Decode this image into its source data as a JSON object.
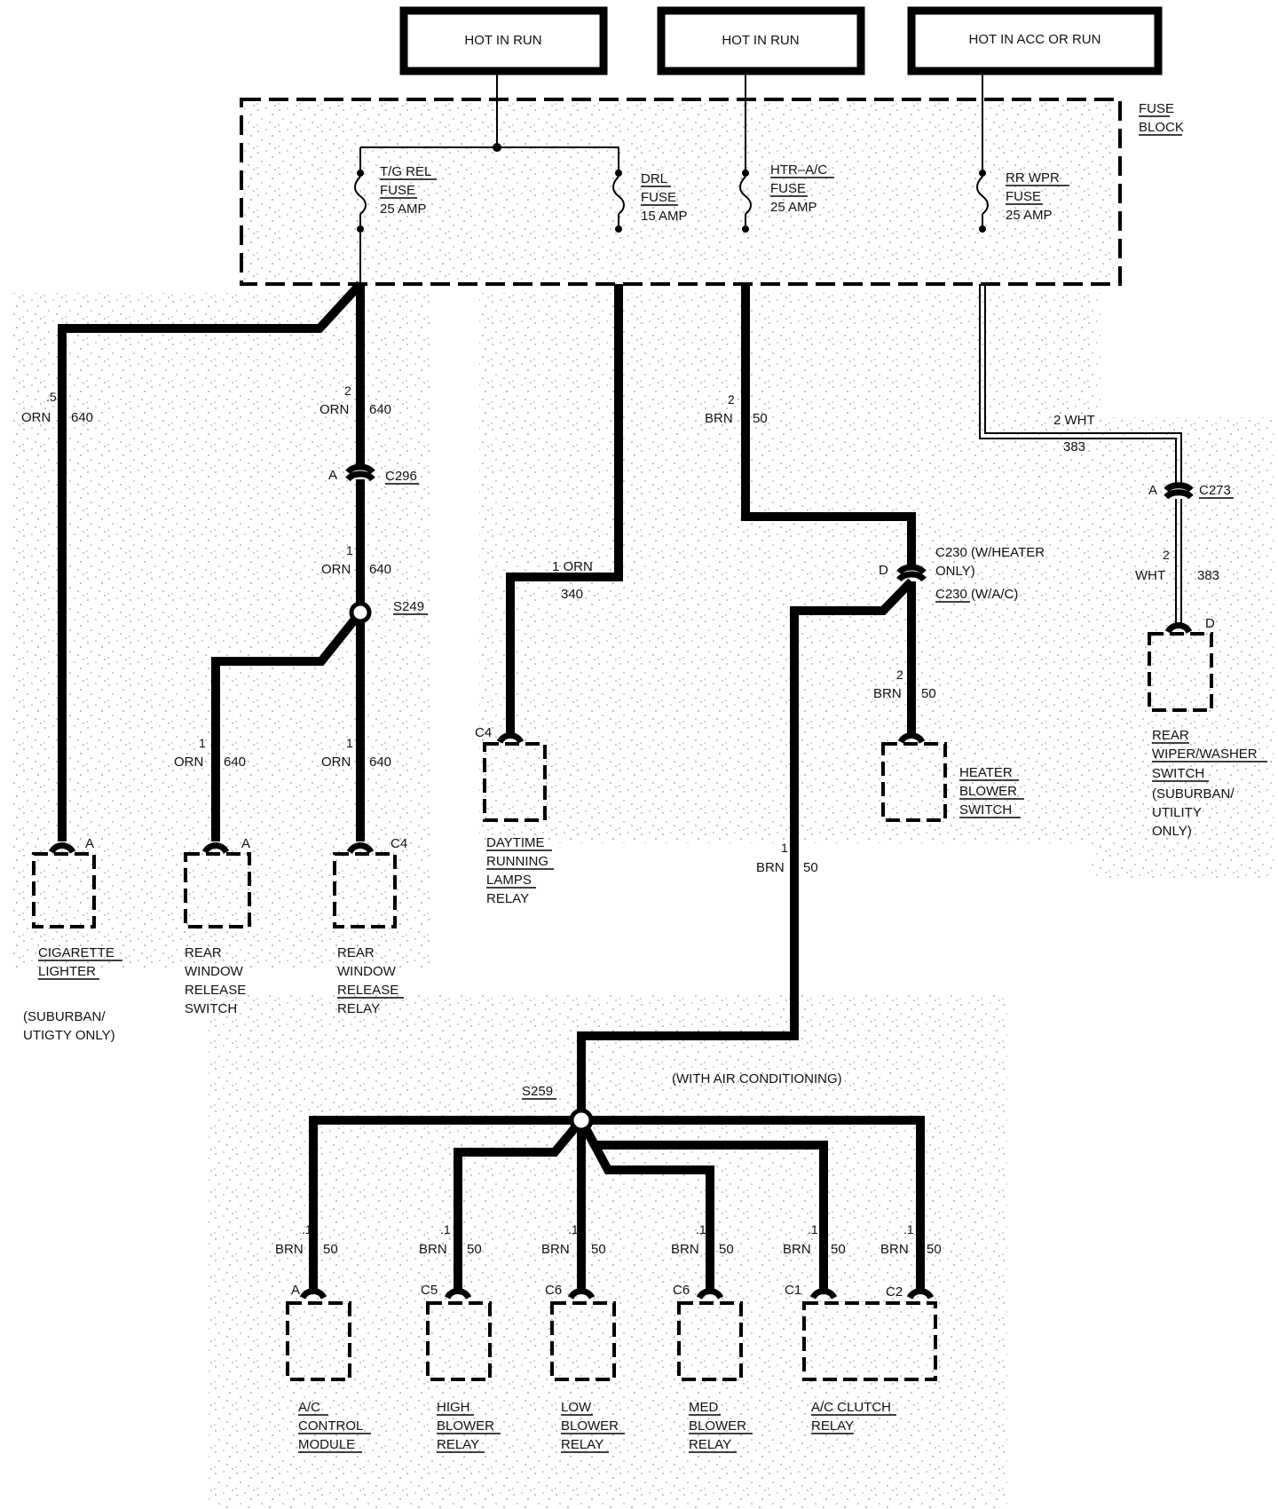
{
  "hot_labels": [
    "HOT IN RUN",
    "HOT IN RUN",
    "HOT IN ACC OR RUN"
  ],
  "fuse_block": {
    "line1": "FUSE",
    "line2": "BLOCK"
  },
  "fuses": [
    {
      "name": "T/G REL",
      "sub": "FUSE",
      "rating": "25 AMP"
    },
    {
      "name": "DRL",
      "sub": "FUSE",
      "rating": "15 AMP"
    },
    {
      "name": "HTR–A/C",
      "sub": "FUSE",
      "rating": "25 AMP"
    },
    {
      "name": "RR WPR",
      "sub": "FUSE",
      "rating": "25 AMP"
    }
  ],
  "wires": {
    "lighter": {
      "gauge": ".5",
      "color": "ORN",
      "circuit": "640"
    },
    "tg_upper": {
      "gauge": "2",
      "color": "ORN",
      "circuit": "640"
    },
    "tg_lower": {
      "gauge": "1",
      "color": "ORN",
      "circuit": "640"
    },
    "sw_branch": {
      "gauge": "1",
      "color": "ORN",
      "circuit": "640"
    },
    "relay_branch": {
      "gauge": "1",
      "color": "ORN",
      "circuit": "640"
    },
    "drl": {
      "gauge_color": "1 ORN",
      "circuit": "340"
    },
    "htr_main": {
      "gauge": "2",
      "color": "BRN",
      "circuit": "50"
    },
    "htr_heater": {
      "gauge": "2",
      "color": "BRN",
      "circuit": "50"
    },
    "htr_ac": {
      "gauge": "1",
      "color": "BRN",
      "circuit": "50"
    },
    "wpr_upper": {
      "gauge_color": "2 WHT",
      "circuit": "383"
    },
    "wpr_lower": {
      "gauge": "2",
      "color": "WHT",
      "circuit": "383"
    },
    "ac_branch": {
      "gauge": ".1",
      "color": "BRN",
      "circuit": "50"
    }
  },
  "connectors": {
    "c296": {
      "pin": "A",
      "name": "C296"
    },
    "c230": {
      "pin": "D",
      "heater_text": "C230 (W/HEATER",
      "heater_text2": "ONLY)",
      "ac_text": "C230 (W/A/C)"
    },
    "c273": {
      "pin": "A",
      "name": "C273"
    }
  },
  "splices": {
    "s249": "S249",
    "s259": "S259"
  },
  "with_ac_note": "(WITH AIR CONDITIONING)",
  "components": {
    "lighter": {
      "pin": "A",
      "lines": [
        "CIGARETTE",
        "LIGHTER"
      ],
      "note1": "(SUBURBAN/",
      "note2": "UTIGTY ONLY)"
    },
    "rw_switch": {
      "pin": "A",
      "lines": [
        "REAR",
        "WINDOW",
        "RELEASE",
        "SWITCH"
      ]
    },
    "rw_relay": {
      "pin": "C4",
      "lines": [
        "REAR",
        "WINDOW",
        "RELEASE",
        "RELAY"
      ]
    },
    "drl_relay": {
      "pin": "C4",
      "lines": [
        "DAYTIME",
        "RUNNING",
        "LAMPS",
        "RELAY"
      ]
    },
    "heater_switch": {
      "lines": [
        "HEATER",
        "BLOWER",
        "SWITCH"
      ]
    },
    "wiper_switch": {
      "pin": "D",
      "lines": [
        "REAR",
        "WIPER/WASHER",
        "SWITCH"
      ],
      "note1": "(SUBURBAN/",
      "note2": "UTILITY",
      "note3": "ONLY)"
    },
    "ac_module": {
      "pin": "A",
      "lines": [
        "A/C",
        "CONTROL",
        "MODULE"
      ]
    },
    "high_relay": {
      "pin": "C5",
      "lines": [
        "HIGH",
        "BLOWER",
        "RELAY"
      ]
    },
    "low_relay": {
      "pin": "C6",
      "lines": [
        "LOW",
        "BLOWER",
        "RELAY"
      ]
    },
    "med_relay": {
      "pin": "C6",
      "lines": [
        "MED",
        "BLOWER",
        "RELAY"
      ]
    },
    "clutch_relay": {
      "pin1": "C1",
      "pin2": "C2",
      "lines": [
        "A/C CLUTCH",
        "RELAY"
      ]
    }
  }
}
